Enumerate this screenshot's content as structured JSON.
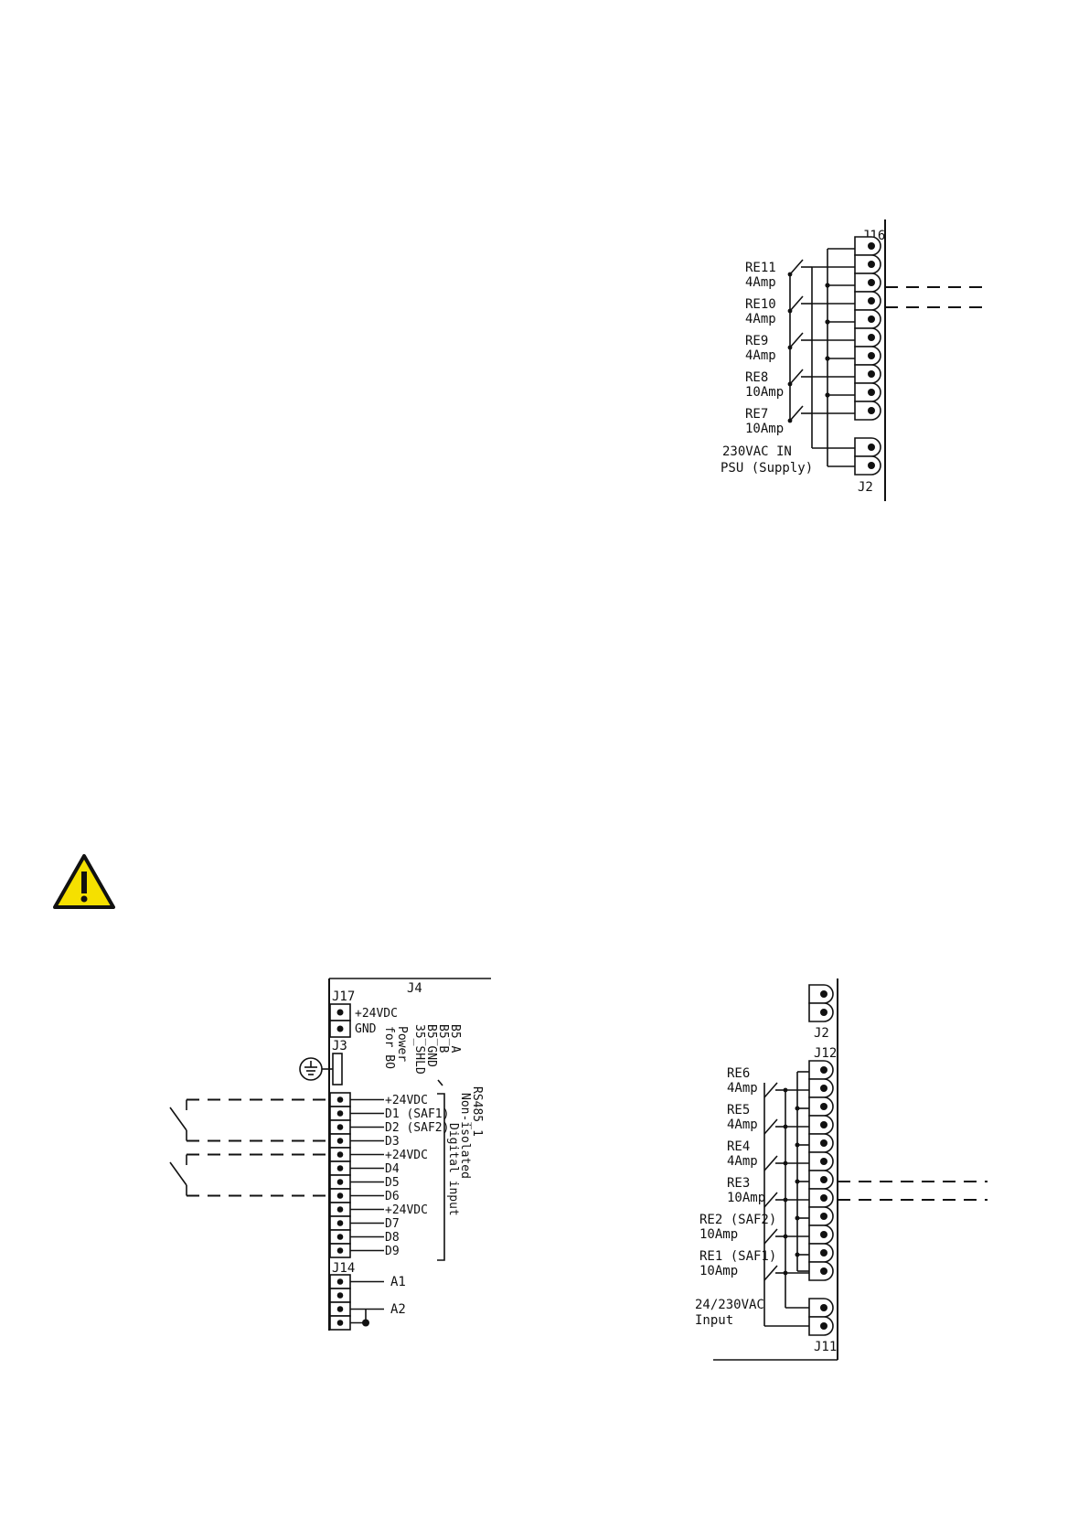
{
  "diagram_j16": {
    "header_label": "J16",
    "footer_label": "J2",
    "relays": [
      {
        "name": "RE11",
        "rating": "4Amp"
      },
      {
        "name": "RE10",
        "rating": "4Amp"
      },
      {
        "name": "RE9",
        "rating": "4Amp"
      },
      {
        "name": "RE8",
        "rating": "10Amp"
      },
      {
        "name": "RE7",
        "rating": "10Amp"
      }
    ],
    "supply_line1": "230VAC IN",
    "supply_line2": "PSU (Supply)"
  },
  "diagram_inputs": {
    "top_label": "J4",
    "j17_label": "J17",
    "j17_pins": [
      "+24VDC",
      "GND"
    ],
    "rs485_pins": [
      "B5_A",
      "B5_B",
      "B5_GND",
      "35_SHLD"
    ],
    "power_label_1": "Power",
    "power_label_2": "for BO",
    "j3_label": "J3",
    "digital_pins": [
      "+24VDC",
      "D1 (SAF1)",
      "D2 (SAF2)",
      "D3",
      "+24VDC",
      "D4",
      "D5",
      "D6",
      "+24VDC",
      "D7",
      "D8",
      "D9"
    ],
    "group_label_1": "RS485_1",
    "group_label_2": "Non-isolated",
    "group_label_3": "Digital input",
    "j14_label": "J14",
    "analog_pins": [
      "A1",
      "A2"
    ]
  },
  "diagram_j12": {
    "j2_label": "J2",
    "j12_label": "J12",
    "j11_label": "J11",
    "relays": [
      {
        "name": "RE6",
        "rating": "4Amp"
      },
      {
        "name": "RE5",
        "rating": "4Amp"
      },
      {
        "name": "RE4",
        "rating": "4Amp"
      },
      {
        "name": "RE3",
        "rating": "10Amp"
      },
      {
        "name": "RE2 (SAF2)",
        "rating": "10Amp"
      },
      {
        "name": "RE1 (SAF1)",
        "rating": "10Amp"
      }
    ],
    "input_line1": "24/230VAC",
    "input_line2": "Input"
  },
  "colors": {
    "warning_fill": "#f5e000",
    "ink": "#111111"
  },
  "icons": {
    "warning": "warning-triangle-icon",
    "ground": "ground-icon"
  }
}
